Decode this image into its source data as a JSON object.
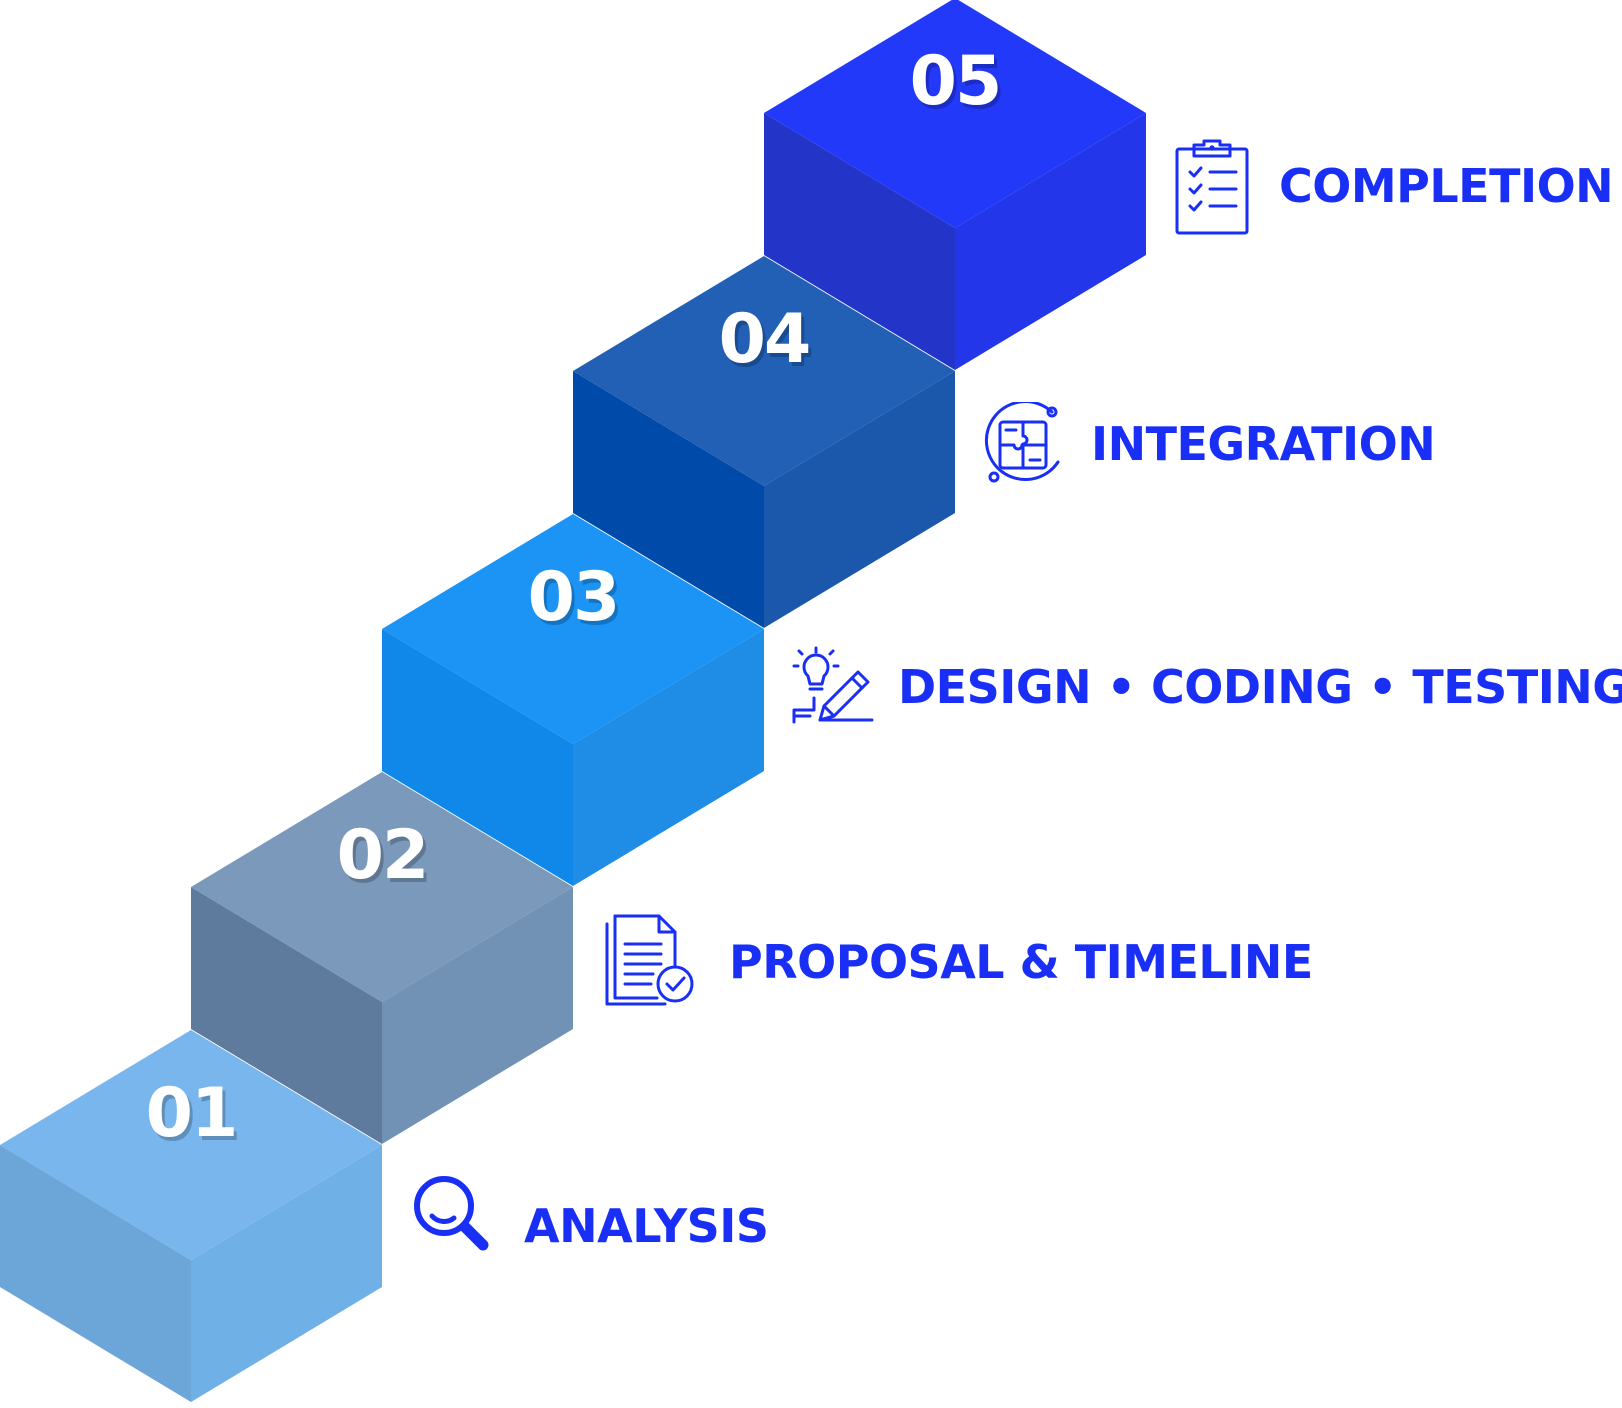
{
  "steps": [
    {
      "number": "01",
      "label": "ANALYSIS",
      "icon": "magnifier-icon",
      "top": "#79b6ee",
      "left": "#6ca5d7",
      "right": "#6fb0e6"
    },
    {
      "number": "02",
      "label": "PROPOSAL & TIMELINE",
      "icon": "document-check-icon",
      "top": "#7a99bb",
      "left": "#5e7b9d",
      "right": "#7191b5"
    },
    {
      "number": "03",
      "label": "DESIGN • CODING • TESTING",
      "icon": "idea-pencil-icon",
      "top": "#1b94f5",
      "left": "#0f88ea",
      "right": "#1f8de6"
    },
    {
      "number": "04",
      "label": "INTEGRATION",
      "icon": "puzzle-icon",
      "top": "#2260b6",
      "left": "#004aaa",
      "right": "#1b58ac"
    },
    {
      "number": "05",
      "label": "COMPLETION",
      "icon": "clipboard-checklist-icon",
      "top": "#2339fa",
      "left": "#2334c9",
      "right": "#2336ea"
    }
  ],
  "colors": {
    "label": "#1a2ff5",
    "icon": "#1a2ff5"
  }
}
